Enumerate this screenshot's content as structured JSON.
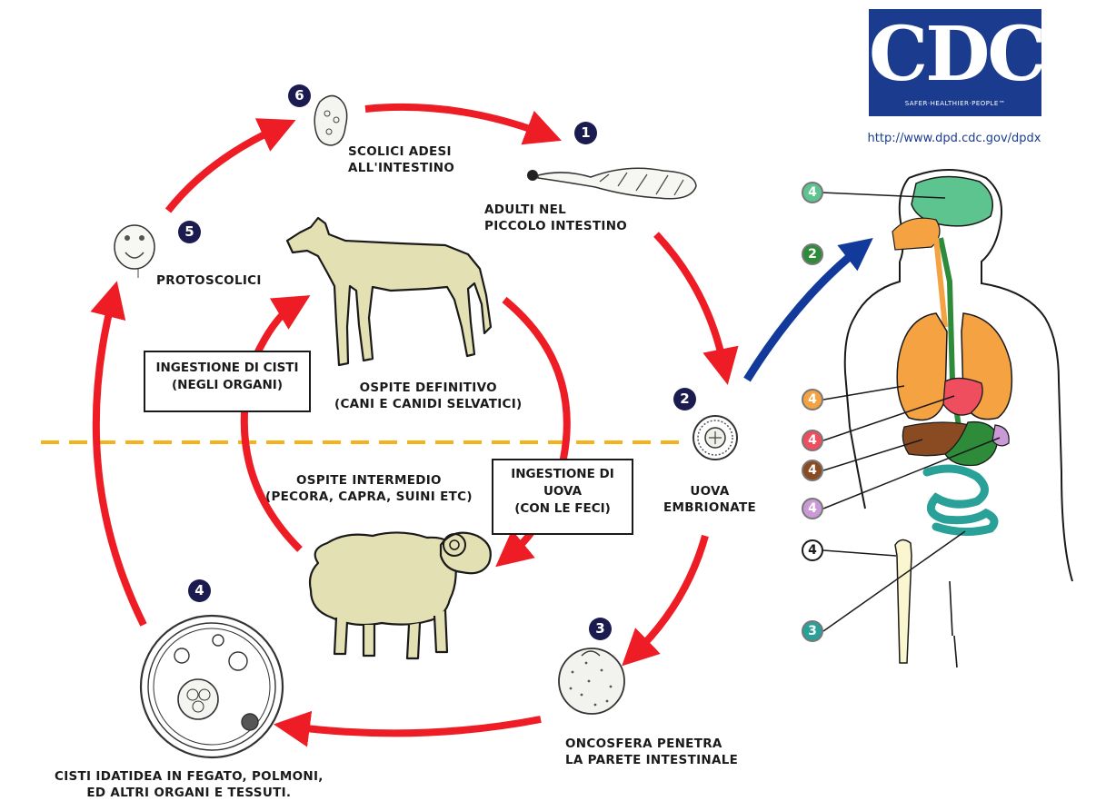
{
  "logo": {
    "name": "CDC",
    "tagline": "SAFER·HEALTHIER·PEOPLE™",
    "url": "http://www.dpd.cdc.gov/dpdx",
    "color": "#1a3b8e"
  },
  "stages": [
    {
      "number": "1",
      "lines": [
        "ADULTI NEL",
        "PICCOLO INTESTINO"
      ]
    },
    {
      "number": "2",
      "lines": [
        "UOVA",
        "EMBRIONATE"
      ]
    },
    {
      "number": "3",
      "lines": [
        "ONCOSFERA PENETRA",
        "LA PARETE INTESTINALE"
      ]
    },
    {
      "number": "4",
      "lines": [
        "CISTI IDATIDEA IN FEGATO, POLMONI,",
        "ED ALTRI ORGANI E TESSUTI."
      ]
    },
    {
      "number": "5",
      "lines": [
        "PROTOSCOLICI"
      ]
    },
    {
      "number": "6",
      "lines": [
        "SCOLICI ADESI",
        "ALL'INTESTINO"
      ]
    }
  ],
  "hosts": {
    "definitive": [
      "OSPITE DEFINITIVO",
      "(CANI E CANIDI SELVATICI)"
    ],
    "intermediate": [
      "OSPITE INTERMEDIO",
      "(PECORA, CAPRA, SUINI ETC)"
    ]
  },
  "boxes": {
    "cysts": [
      "INGESTIONE DI CISTI",
      "(NEGLI ORGANI)"
    ],
    "eggs": [
      "INGESTIONE DI",
      "UOVA",
      "(CON LE FECI)"
    ]
  },
  "human_markers": [
    {
      "number": "4",
      "color": "#5dc48f"
    },
    {
      "number": "2",
      "color": "#2e8b3a"
    },
    {
      "number": "4",
      "color": "#f5a243"
    },
    {
      "number": "4",
      "color": "#ee4e5e"
    },
    {
      "number": "4",
      "color": "#8a4b22"
    },
    {
      "number": "4",
      "color": "#c99ad6"
    },
    {
      "number": "4",
      "color": "#ffffff"
    },
    {
      "number": "3",
      "color": "#2aa198"
    }
  ],
  "colors": {
    "cycle_arrow": "#ee1c24",
    "human_arrow": "#123a9a",
    "divider": "#f5b21a",
    "host_fill": "#e3e0b3",
    "badge": "#1b1b4f"
  }
}
